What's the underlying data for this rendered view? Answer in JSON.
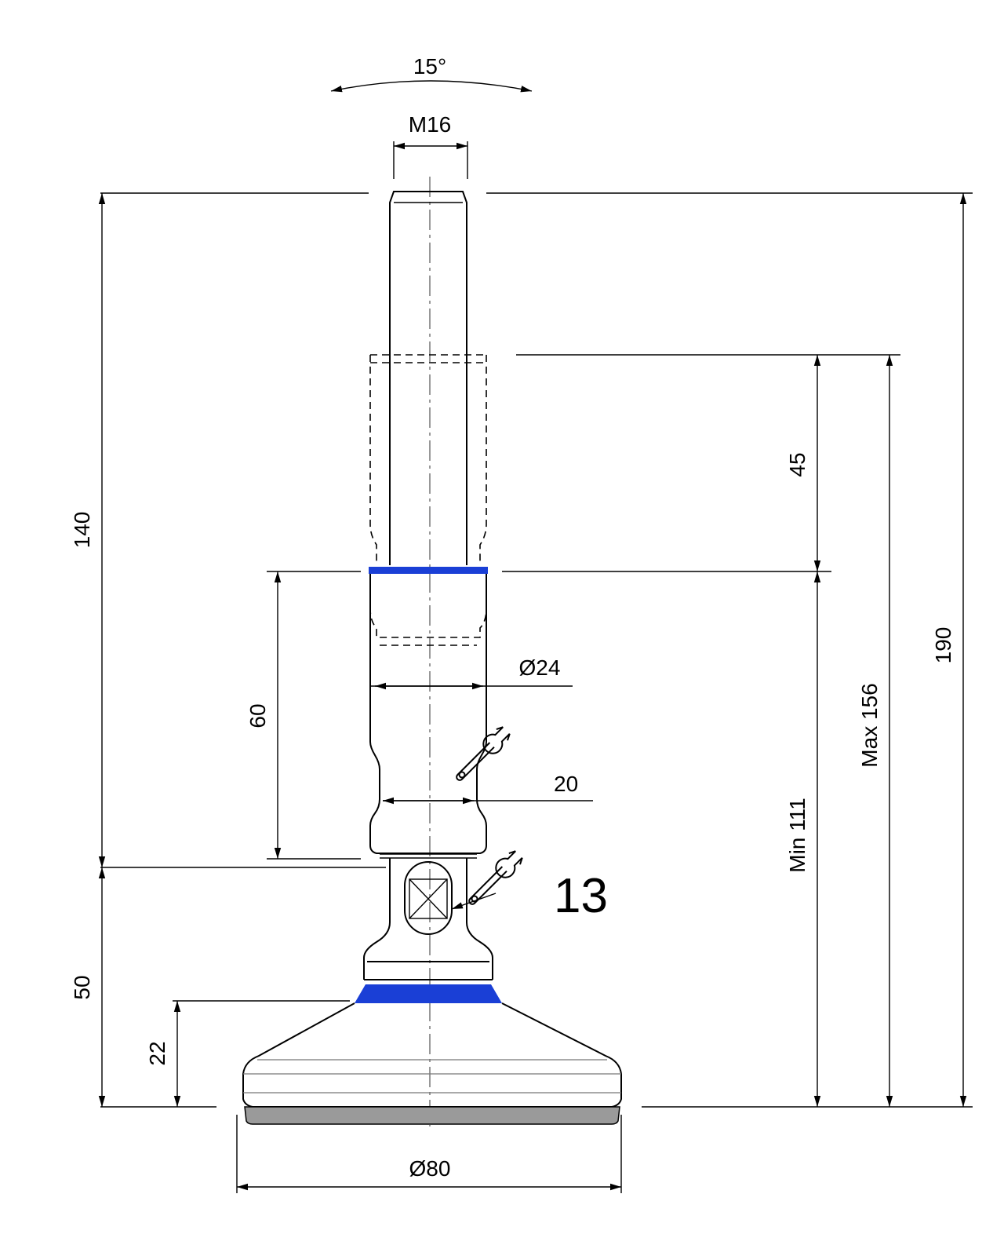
{
  "angle": {
    "label": "15°"
  },
  "thread": {
    "label": "M16"
  },
  "dimensions": {
    "upper_height": "140",
    "base_height": "50",
    "sole_height": "22",
    "body_height": "60",
    "stroke": "45",
    "min_height": "Min 111",
    "max_height": "Max 156",
    "total_height": "190",
    "body_diameter": "Ø24",
    "base_diameter": "Ø80"
  },
  "wrench_upper": {
    "size": "20",
    "icon": "wrench-icon"
  },
  "wrench_lower": {
    "size": "13",
    "icon": "wrench-icon"
  },
  "colors": {
    "seal": "#1a3fd6",
    "sole": "#9a9a9a",
    "line": "#000000"
  }
}
